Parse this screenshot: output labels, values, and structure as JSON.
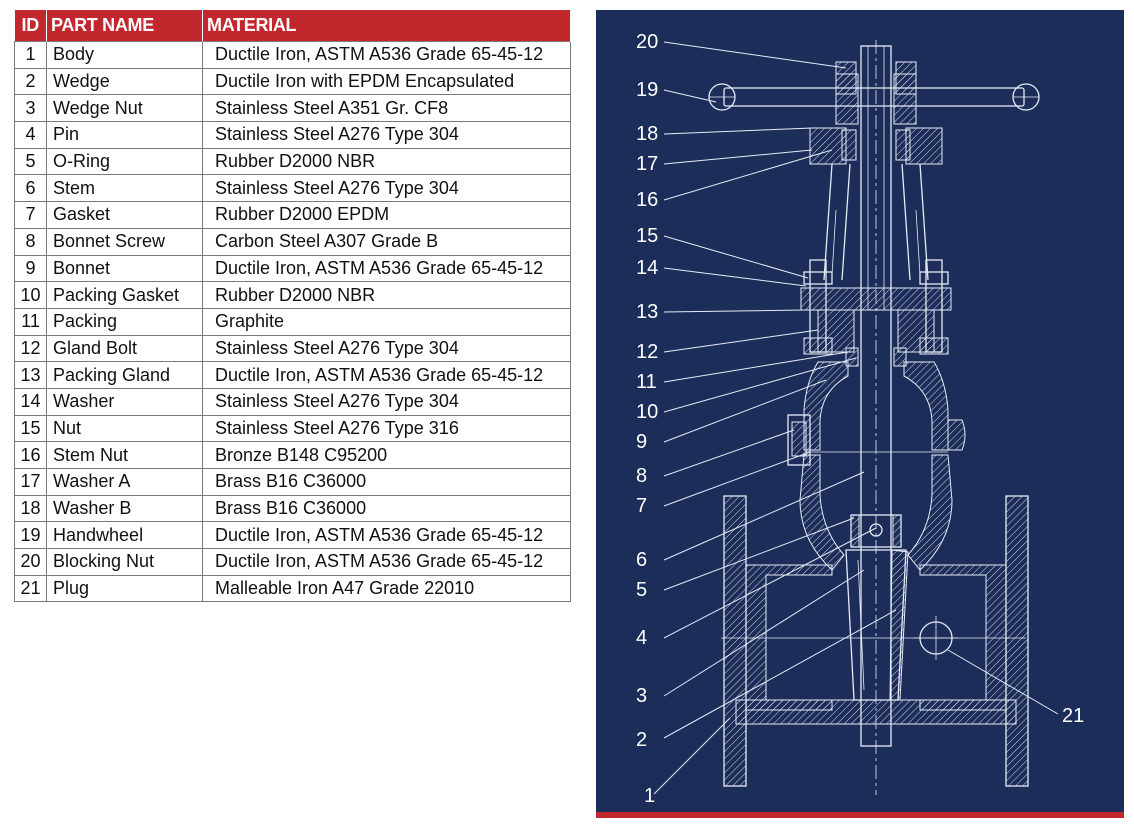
{
  "table": {
    "headers": {
      "id": "ID",
      "part_name": "PART NAME",
      "material": "MATERIAL"
    },
    "rows": [
      {
        "id": "1",
        "name": "Body",
        "material": "Ductile Iron, ASTM A536 Grade 65-45-12"
      },
      {
        "id": "2",
        "name": "Wedge",
        "material": "Ductile Iron with EPDM Encapsulated"
      },
      {
        "id": "3",
        "name": "Wedge Nut",
        "material": "Stainless Steel A351 Gr. CF8"
      },
      {
        "id": "4",
        "name": "Pin",
        "material": "Stainless Steel A276 Type 304"
      },
      {
        "id": "5",
        "name": "O-Ring",
        "material": "Rubber D2000 NBR"
      },
      {
        "id": "6",
        "name": "Stem",
        "material": "Stainless Steel A276 Type 304"
      },
      {
        "id": "7",
        "name": "Gasket",
        "material": "Rubber D2000 EPDM"
      },
      {
        "id": "8",
        "name": "Bonnet Screw",
        "material": "Carbon Steel A307 Grade B"
      },
      {
        "id": "9",
        "name": "Bonnet",
        "material": "Ductile Iron, ASTM A536 Grade 65-45-12"
      },
      {
        "id": "10",
        "name": "Packing Gasket",
        "material": "Rubber D2000 NBR"
      },
      {
        "id": "11",
        "name": "Packing",
        "material": "Graphite"
      },
      {
        "id": "12",
        "name": "Gland Bolt",
        "material": "Stainless Steel A276 Type 304"
      },
      {
        "id": "13",
        "name": "Packing Gland",
        "material": "Ductile Iron, ASTM A536 Grade 65-45-12"
      },
      {
        "id": "14",
        "name": "Washer",
        "material": "Stainless Steel A276 Type 304"
      },
      {
        "id": "15",
        "name": "Nut",
        "material": "Stainless Steel A276 Type 316"
      },
      {
        "id": "16",
        "name": "Stem Nut",
        "material": "Bronze B148 C95200"
      },
      {
        "id": "17",
        "name": "Washer A",
        "material": "Brass B16 C36000"
      },
      {
        "id": "18",
        "name": "Washer B",
        "material": "Brass B16 C36000"
      },
      {
        "id": "19",
        "name": "Handwheel",
        "material": "Ductile Iron, ASTM A536 Grade 65-45-12"
      },
      {
        "id": "20",
        "name": "Blocking Nut",
        "material": "Ductile Iron, ASTM A536 Grade 65-45-12"
      },
      {
        "id": "21",
        "name": "Plug",
        "material": "Malleable Iron A47 Grade 22010"
      }
    ]
  },
  "diagram": {
    "callouts": [
      "20",
      "19",
      "18",
      "17",
      "16",
      "15",
      "14",
      "13",
      "12",
      "11",
      "10",
      "9",
      "8",
      "7",
      "6",
      "5",
      "4",
      "3",
      "2",
      "1",
      "21"
    ]
  },
  "colors": {
    "header_bg": "#c1272d",
    "panel_bg": "#1c2d5a",
    "line": "#e6ebf5"
  }
}
